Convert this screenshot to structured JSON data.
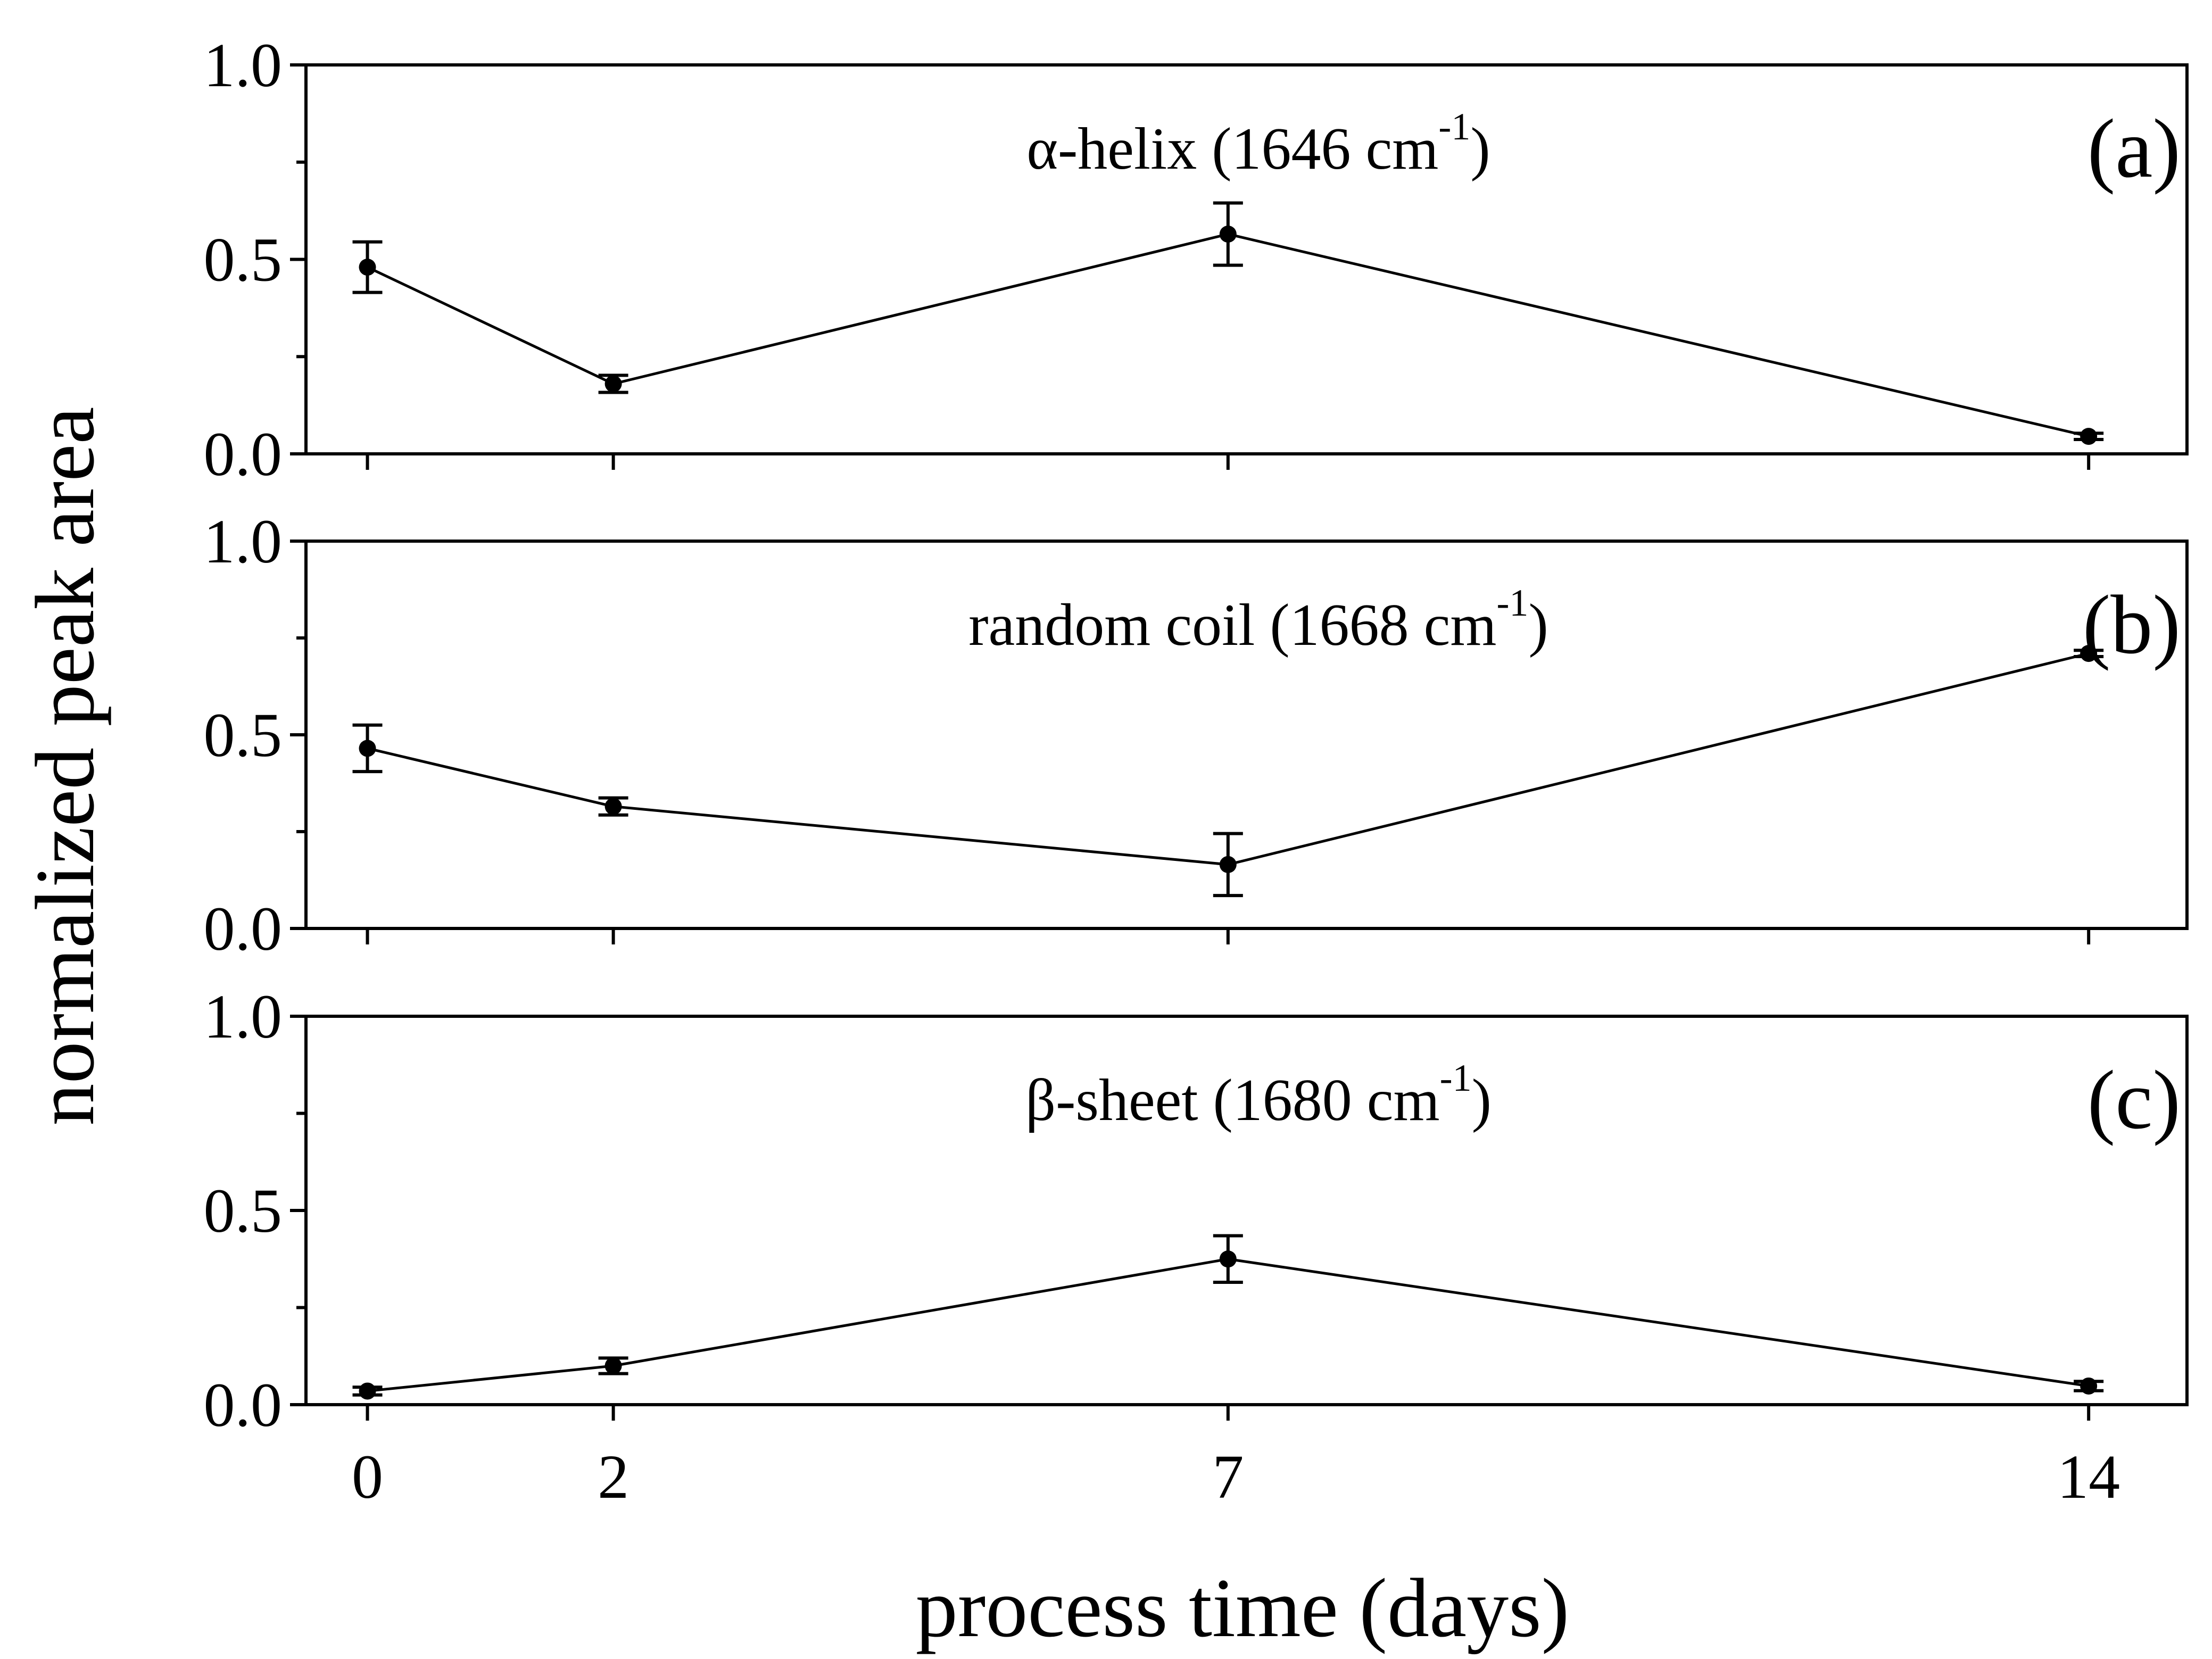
{
  "chart_data": {
    "type": "line",
    "xlabel": "process time (days)",
    "ylabel": "normalized peak area",
    "x_ticks": [
      "0",
      "2",
      "7",
      "14"
    ],
    "xlim": [
      -0.5,
      14.8
    ],
    "panels": [
      {
        "letter": "(a)",
        "title": "α-helix (1646 cm",
        "title_sup": "-1",
        "title_close": ")",
        "ylim": [
          0.0,
          1.0
        ],
        "y_ticks": [
          "0.0",
          "0.5",
          "1.0"
        ],
        "x": [
          0,
          2,
          7,
          14
        ],
        "y": [
          0.48,
          0.18,
          0.565,
          0.045
        ],
        "yerr": [
          0.065,
          0.022,
          0.08,
          0.008
        ]
      },
      {
        "letter": "(b)",
        "title": "random coil (1668 cm",
        "title_sup": "-1",
        "title_close": ")",
        "ylim": [
          0.0,
          1.0
        ],
        "y_ticks": [
          "0.0",
          "0.5",
          "1.0"
        ],
        "x": [
          0,
          2,
          7,
          14
        ],
        "y": [
          0.465,
          0.315,
          0.165,
          0.71
        ],
        "yerr": [
          0.06,
          0.022,
          0.08,
          0.008
        ]
      },
      {
        "letter": "(c)",
        "title": "β-sheet (1680 cm",
        "title_sup": "-1",
        "title_close": ")",
        "ylim": [
          0.0,
          1.0
        ],
        "y_ticks": [
          "0.0",
          "0.5",
          "1.0"
        ],
        "x": [
          0,
          2,
          7,
          14
        ],
        "y": [
          0.035,
          0.1,
          0.375,
          0.048
        ],
        "yerr": [
          0.01,
          0.02,
          0.06,
          0.012
        ]
      }
    ]
  }
}
